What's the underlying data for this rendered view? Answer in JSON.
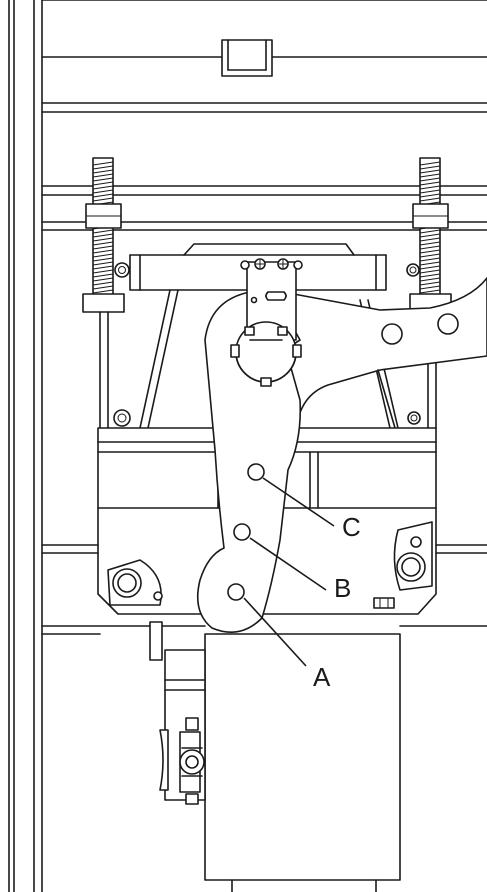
{
  "diagram": {
    "callouts": [
      {
        "id": "A",
        "label": "A"
      },
      {
        "id": "B",
        "label": "B"
      },
      {
        "id": "C",
        "label": "C"
      }
    ],
    "line_color": "#1a1a1a",
    "background": "#ffffff"
  }
}
